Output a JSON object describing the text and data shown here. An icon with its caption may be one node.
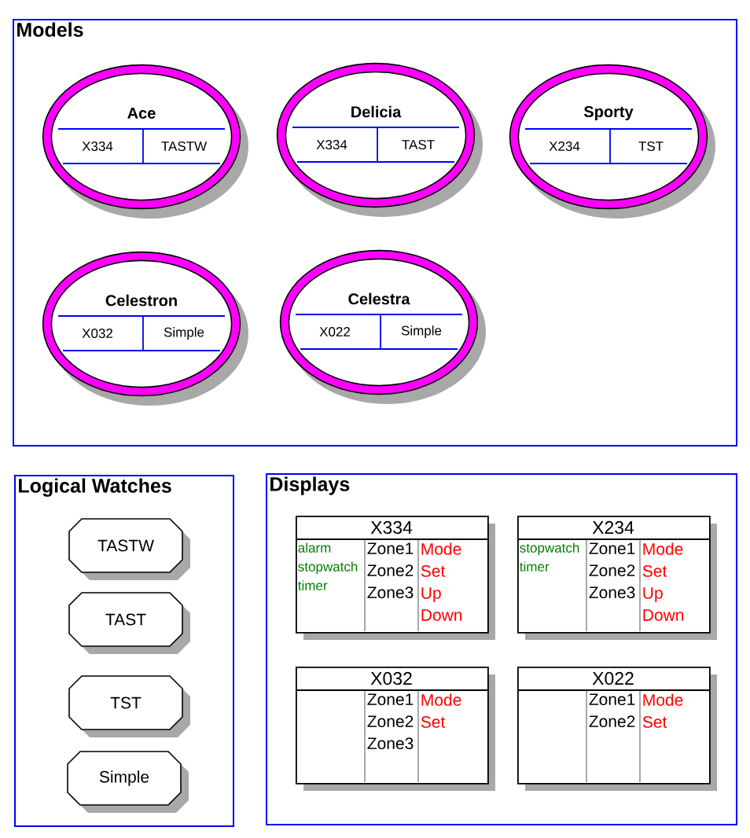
{
  "diagram": {
    "nodes": [
      {
        "text": [
          "Models"
        ]
      },
      {
        "text": [
          "Ace",
          "X334",
          "TASTW"
        ],
        "in": 0
      },
      {
        "text": [
          "Delicia",
          "X334",
          "TAST"
        ],
        "in": 0
      },
      {
        "text": [
          "Sporty",
          "X234",
          "TST"
        ],
        "in": 0
      },
      {
        "text": [
          "Celestron",
          "X032",
          "Simple"
        ],
        "in": 0
      },
      {
        "text": [
          "Celestra",
          "X022",
          "Simple"
        ],
        "in": 0
      },
      {
        "text": [
          "Logical Watches"
        ]
      },
      {
        "text": [
          "TASTW"
        ],
        "in": 6
      },
      {
        "text": [
          "TAST"
        ],
        "in": 6
      },
      {
        "text": [
          "TST"
        ],
        "in": 6
      },
      {
        "text": [
          "Simple"
        ],
        "in": 6
      },
      {
        "text": [
          "Displays"
        ]
      },
      {
        "text": [
          "X334",
          "alarm stopwatch timer",
          "Zone1 Zone2 Zone3",
          "Mode Set Up Down"
        ],
        "in": 11
      },
      {
        "text": [
          "X234",
          "stopwatch timer",
          "Zone1 Zone2 Zone3",
          "Mode Set Up Down"
        ],
        "in": 11
      },
      {
        "text": [
          "X032",
          "Zone1 Zone2 Zone3",
          "Mode Set"
        ],
        "in": 11
      },
      {
        "text": [
          "X022",
          "Zone1 Zone2",
          "Mode Set"
        ],
        "in": 11
      }
    ]
  }
}
